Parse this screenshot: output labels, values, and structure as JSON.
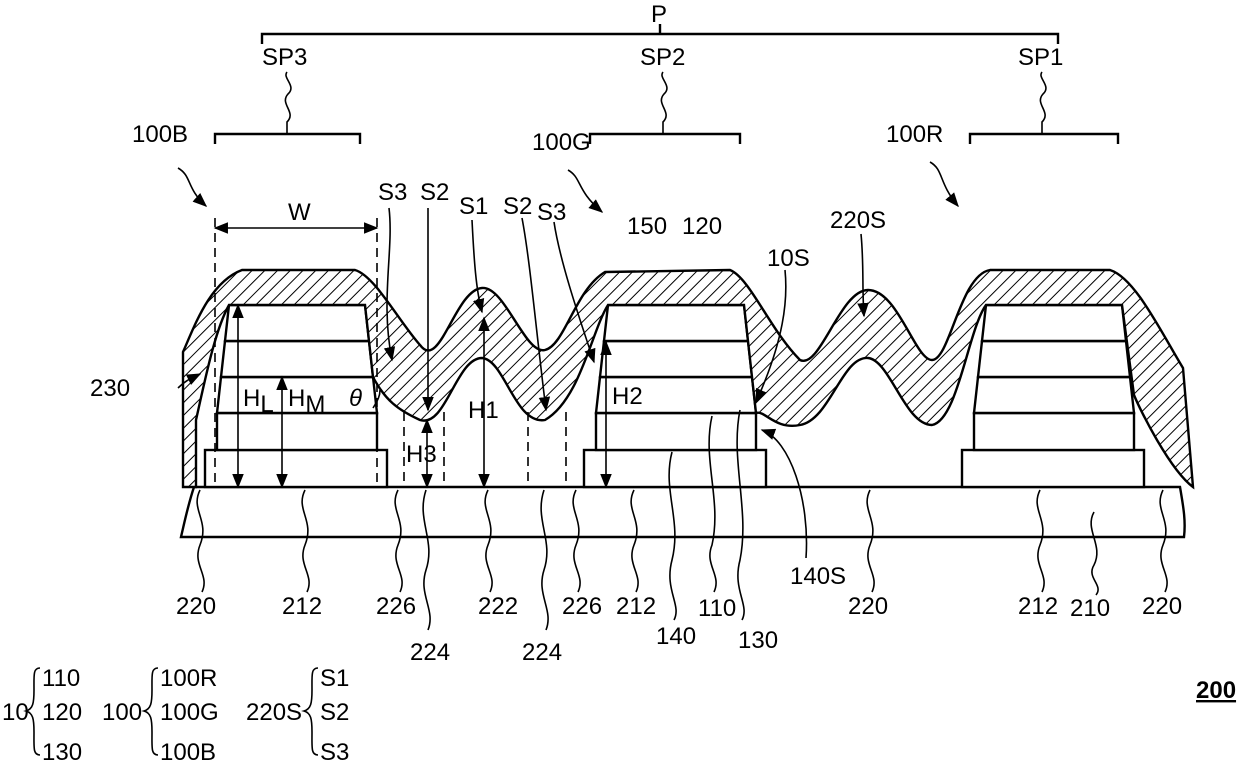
{
  "figure": {
    "number": "200",
    "span_labels": {
      "p": "P",
      "sp3": "SP3",
      "sp2": "SP2",
      "sp1": "SP1"
    },
    "labels": {
      "l100B": "100B",
      "l100G": "100G",
      "l100R": "100R",
      "W": "W",
      "S3a": "S3",
      "S2a": "S2",
      "S1": "S1",
      "S2b": "S2",
      "S3b": "S3",
      "l150": "150",
      "l120": "120",
      "l10S": "10S",
      "l220S": "220S",
      "l230": "230",
      "HL_main": "H",
      "HL_sub": "L",
      "HM_main": "H",
      "HM_sub": "M",
      "theta": "θ",
      "H1": "H1",
      "H2": "H2",
      "H3": "H3",
      "l140S": "140S",
      "b220a": "220",
      "b212a": "212",
      "b226a": "226",
      "b222": "222",
      "b226b": "226",
      "b212b": "212",
      "b140": "140",
      "b110": "110",
      "b130": "130",
      "b220b": "220",
      "b212c": "212",
      "b210": "210",
      "b220c": "220",
      "b224a": "224",
      "b224b": "224"
    },
    "legend": {
      "g10": {
        "name": "10",
        "items": [
          "110",
          "120",
          "130"
        ]
      },
      "g100": {
        "name": "100",
        "items": [
          "100R",
          "100G",
          "100B"
        ]
      },
      "g220S": {
        "name": "220S",
        "items": [
          "S1",
          "S2",
          "S3"
        ]
      }
    }
  }
}
